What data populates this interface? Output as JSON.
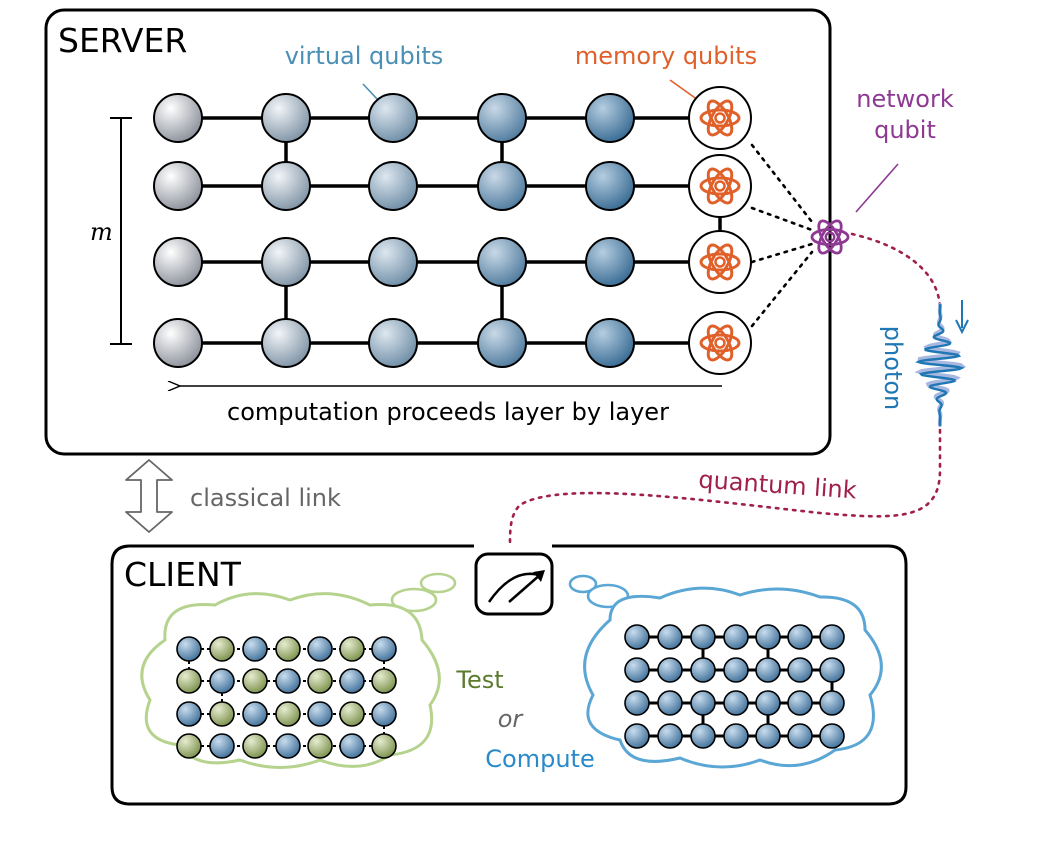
{
  "server": {
    "title": "SERVER"
  },
  "client": {
    "title": "CLIENT"
  },
  "labels": {
    "virtual_qubits": "virtual qubits",
    "memory_qubits": "memory qubits",
    "network_qubit_line1": "network",
    "network_qubit_line2": "qubit",
    "m_symbol": "m",
    "computation_note": "computation proceeds layer by layer",
    "classical_link": "classical link",
    "quantum_link": "quantum link",
    "photon": "photon",
    "test": "Test",
    "or": "or",
    "compute": "Compute"
  },
  "colors": {
    "memory": "#e0602a",
    "network": "#8e3a93",
    "virtual_text": "#4a8fb5",
    "quantum_link": "#a0204a",
    "photon": "#1f77b4",
    "photon_light": "#a9b8e0",
    "classical": "#666666",
    "test": "#5b7a2e",
    "compute": "#2a8ac9",
    "test_cloud": "#b6d38e",
    "compute_cloud": "#5aa6d4"
  },
  "icons": {
    "memory_qubit": "atom-icon",
    "network_qubit": "atom-icon",
    "measurement": "meter-icon",
    "classical_link": "double-arrow-icon",
    "photon": "wave-packet-icon"
  }
}
